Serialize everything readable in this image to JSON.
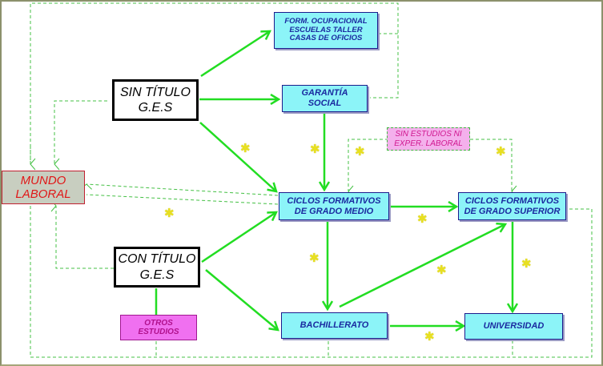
{
  "diagram": {
    "type": "flowchart",
    "nodes": {
      "sin_titulo": {
        "lines": [
          "SIN TÍTULO",
          "G.E.S"
        ]
      },
      "con_titulo": {
        "lines": [
          "CON TÍTULO",
          "G.E.S"
        ]
      },
      "mundo_laboral": {
        "lines": [
          "MUNDO",
          "LABORAL"
        ]
      },
      "form_ocupacional": {
        "lines": [
          "FORM. OCUPACIONAL",
          "ESCUELAS TALLER",
          "CASAS DE OFICIOS"
        ]
      },
      "garantia_social": {
        "lines": [
          "GARANTÍA",
          "SOCIAL"
        ]
      },
      "sin_estudios": {
        "lines": [
          "SIN ESTUDIOS NI",
          "EXPER. LABORAL"
        ]
      },
      "ciclos_medio": {
        "lines": [
          "CICLOS FORMATIVOS",
          "DE GRADO MEDIO"
        ]
      },
      "ciclos_superior": {
        "lines": [
          "CICLOS FORMATIVOS",
          "DE GRADO SUPERIOR"
        ]
      },
      "bachillerato": {
        "lines": [
          "BACHILLERATO"
        ]
      },
      "universidad": {
        "lines": [
          "UNIVERSIDAD"
        ]
      },
      "otros_estudios": {
        "lines": [
          "OTROS",
          "ESTUDIOS"
        ]
      }
    },
    "edges_solid": [
      [
        "sin_titulo",
        "form_ocupacional"
      ],
      [
        "sin_titulo",
        "garantia_social"
      ],
      [
        "sin_titulo",
        "ciclos_medio"
      ],
      [
        "garantia_social",
        "ciclos_medio"
      ],
      [
        "con_titulo",
        "ciclos_medio"
      ],
      [
        "con_titulo",
        "bachillerato"
      ],
      [
        "con_titulo",
        "otros_estudios"
      ],
      [
        "ciclos_medio",
        "ciclos_superior"
      ],
      [
        "ciclos_medio",
        "bachillerato"
      ],
      [
        "bachillerato",
        "ciclos_superior"
      ],
      [
        "bachillerato",
        "universidad"
      ],
      [
        "ciclos_superior",
        "universidad"
      ]
    ],
    "edges_dashed": [
      [
        "sin_titulo",
        "mundo_laboral"
      ],
      [
        "con_titulo",
        "mundo_laboral"
      ],
      [
        "form_ocupacional",
        "mundo_laboral"
      ],
      [
        "garantia_social",
        "mundo_laboral"
      ],
      [
        "ciclos_medio",
        "mundo_laboral"
      ],
      [
        "ciclos_superior",
        "mundo_laboral"
      ],
      [
        "bachillerato",
        "mundo_laboral"
      ],
      [
        "universidad",
        "mundo_laboral"
      ],
      [
        "otros_estudios",
        "mundo_laboral"
      ],
      [
        "sin_estudios",
        "ciclos_medio"
      ],
      [
        "sin_estudios",
        "ciclos_superior"
      ]
    ],
    "star_marker_count": 10
  },
  "colors": {
    "solid_arrow": "#22dd22",
    "dashed_line": "#44c044",
    "cyan_box": "#8cf4f8",
    "cyan_text": "#1a2aa0",
    "mundo_text": "#e01818",
    "pink_box": "#f070f0",
    "star": "#e8e020"
  }
}
